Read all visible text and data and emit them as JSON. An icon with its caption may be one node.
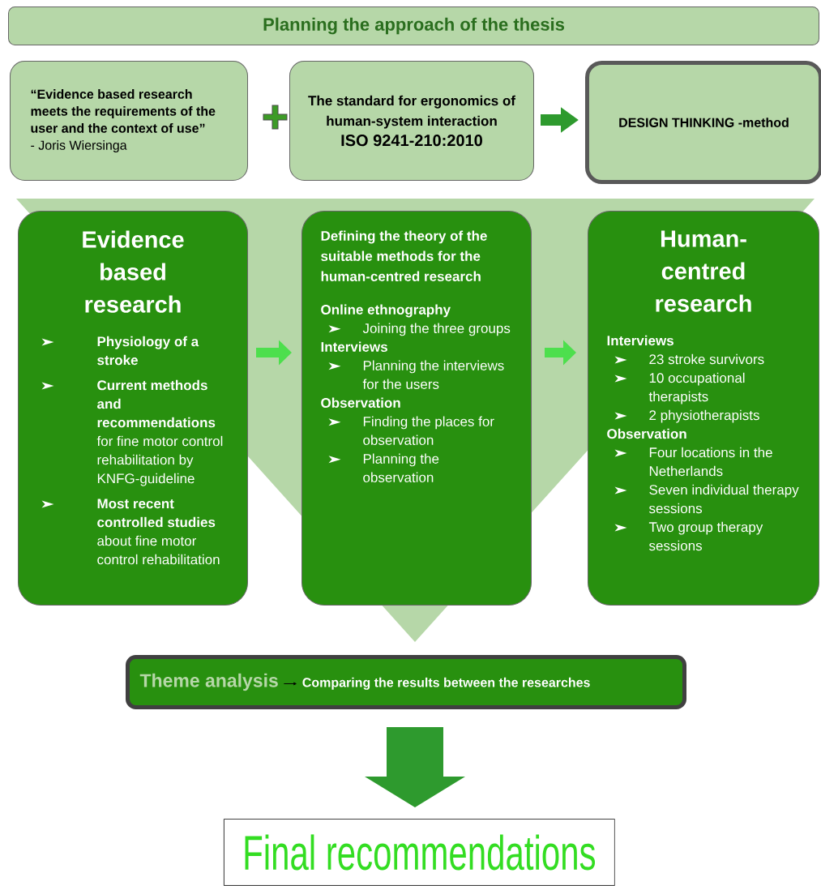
{
  "diagram": {
    "title": "Planning the approach of the thesis",
    "nodes": [
      {
        "text": [
          "“Evidence based research meets the requirements of the user and the context of use”",
          "- Joris Wiersinga"
        ]
      },
      {
        "text": [
          "The standard for ergonomics of human-system interaction",
          "ISO 9241-210:2010"
        ]
      },
      {
        "text": [
          "DESIGN THINKING -method"
        ]
      },
      {
        "text": [
          "Evidence based research",
          "**Physiology of a stroke**",
          "**Current methods and recommendations** for fine motor control rehabilitation by KNFG-guideline",
          "**Most recent controlled studies** about fine motor control rehabilitation"
        ]
      },
      {
        "text": [
          "Defining the theory of the suitable methods for the human-centred research",
          "Online ethnography",
          "Joining the three groups",
          "Interviews",
          "Planning the interviews for the users",
          "Observation",
          "Finding the places for observation",
          "Planning the observation"
        ]
      },
      {
        "text": [
          "Human-centred research",
          "Interviews",
          "23 stroke survivors",
          "10 occupational therapists",
          "2 physiotherapists",
          "Observation",
          "Four locations in the Netherlands",
          "Seven individual therapy sessions",
          "Two group therapy sessions"
        ]
      },
      {
        "text": [
          "Theme analysis",
          "Comparing the results between the researches"
        ]
      },
      {
        "text": [
          "Final recommendations"
        ]
      }
    ],
    "edges": [
      {
        "from": 1,
        "to": 2,
        "arrow": "to"
      },
      {
        "from": 3,
        "to": 4,
        "arrow": "to",
        "color": "#4ddf4d"
      },
      {
        "from": 4,
        "to": 5,
        "arrow": "to",
        "color": "#4ddf4d"
      },
      {
        "from": 6,
        "to": 7,
        "arrow": "to",
        "style": "thick"
      }
    ]
  }
}
